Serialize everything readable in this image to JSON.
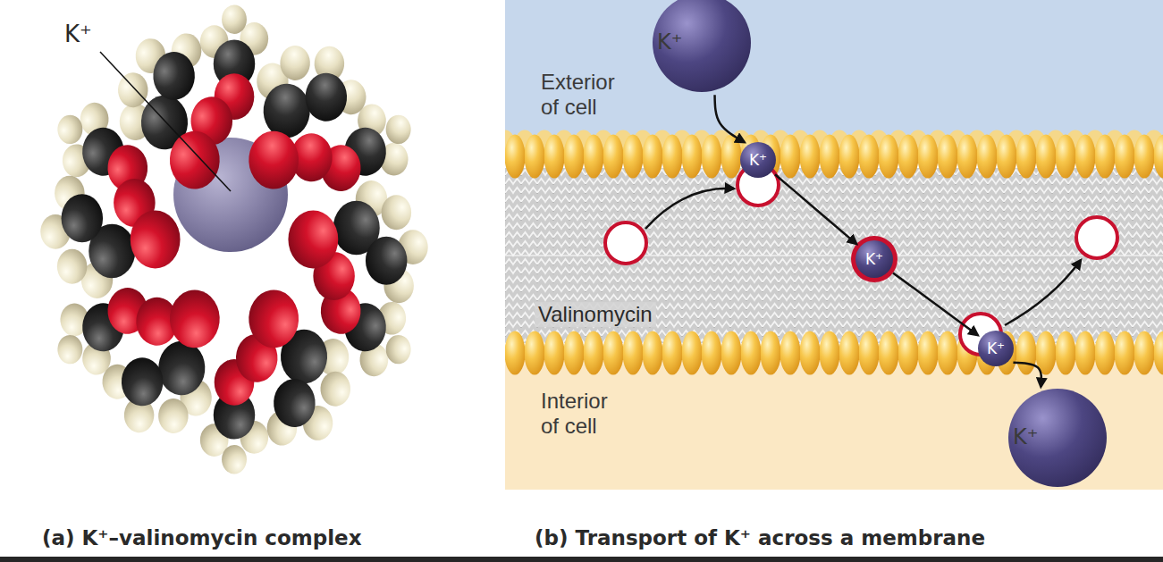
{
  "diagram": {
    "nodes": [
      {
        "text": [
          "Exterior of cell"
        ]
      },
      {
        "text": [
          "K⁺"
        ],
        "in": 0
      },
      {
        "text": [
          "K⁺"
        ]
      },
      {
        "text": [
          "K⁺"
        ]
      },
      {
        "text": [
          "K⁺"
        ]
      },
      {
        "text": [
          "Interior of cell"
        ]
      },
      {
        "text": [
          "K⁺"
        ],
        "in": 5
      }
    ],
    "edges": [
      {
        "from": 1,
        "to": 2,
        "arrow": "to"
      },
      {
        "from": 2,
        "to": 3,
        "arrow": "to"
      },
      {
        "from": 3,
        "to": 4,
        "arrow": "to"
      },
      {
        "from": 4,
        "to": 6,
        "arrow": "to"
      }
    ],
    "labels": [
      "K⁺",
      "Valinomycin",
      "(a) K⁺–valinomycin complex",
      "(b) Transport of K⁺ across a membrane"
    ]
  }
}
